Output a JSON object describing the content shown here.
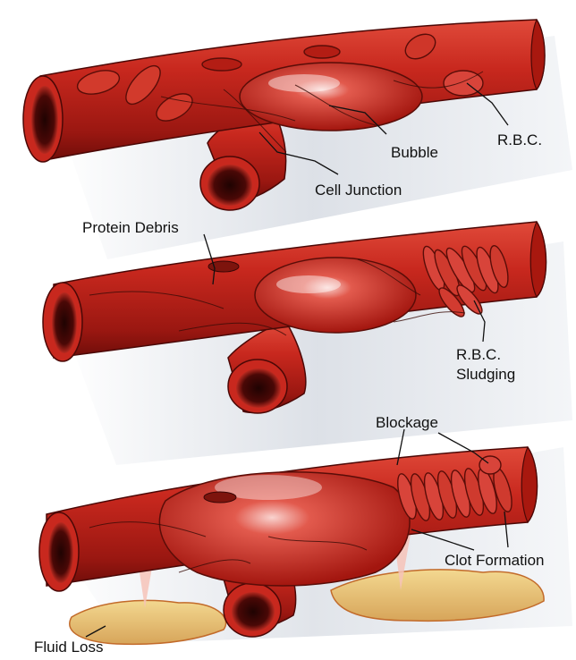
{
  "panels": [
    {
      "id": "panel-1",
      "labels": {
        "bubble": "Bubble",
        "rbc": "R.B.C.",
        "cell_junction": "Cell Junction"
      }
    },
    {
      "id": "panel-2",
      "labels": {
        "protein_debris": "Protein Debris",
        "rbc_line1": "R.B.C.",
        "rbc_line2": "Sludging"
      }
    },
    {
      "id": "panel-3",
      "labels": {
        "blockage": "Blockage",
        "clot_formation": "Clot Formation",
        "fluid_loss": "Fluid Loss"
      }
    }
  ],
  "colors": {
    "vessel": "#c8281e",
    "vessel_dark": "#7a0f0b",
    "vessel_light": "#e8574a",
    "lumen": "#3a0605",
    "fluid": "#e6c27a",
    "fluid_edge": "#c26a2a",
    "background_shadow": "#c9cfd8"
  }
}
